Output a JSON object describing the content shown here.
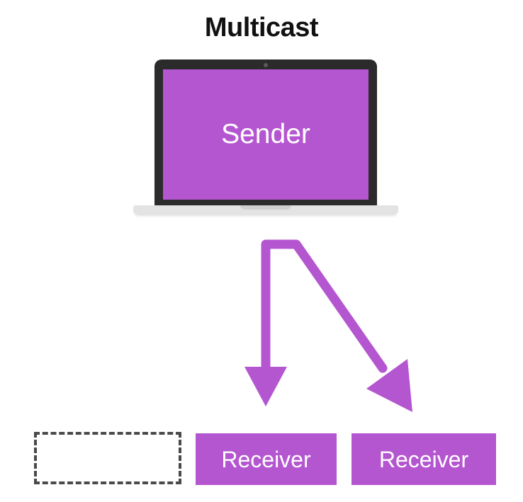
{
  "diagram": {
    "title": "Multicast",
    "background_color": "#ffffff",
    "accent_color": "#b556d1",
    "title_color": "#111111",
    "dash_color": "#4a4a4a"
  },
  "sender": {
    "label": "Sender",
    "device": "laptop",
    "screen_color": "#b556d1",
    "bezel_color": "#2b2b2b",
    "base_color": "#e3e3e3",
    "webcam": "webcam-dot"
  },
  "arrows": [
    {
      "name": "arrow-to-receiver-1",
      "from": "sender",
      "to": "receiver-1",
      "direction": "down",
      "color": "#b556d1"
    },
    {
      "name": "arrow-to-receiver-2",
      "from": "sender",
      "to": "receiver-2",
      "direction": "down-right",
      "color": "#b556d1"
    }
  ],
  "receivers": [
    {
      "name": "placeholder",
      "label": "",
      "style": "dashed-outline",
      "filled": false
    },
    {
      "name": "receiver-1",
      "label": "Receiver",
      "style": "filled",
      "filled": true
    },
    {
      "name": "receiver-2",
      "label": "Receiver",
      "style": "filled",
      "filled": true
    }
  ]
}
